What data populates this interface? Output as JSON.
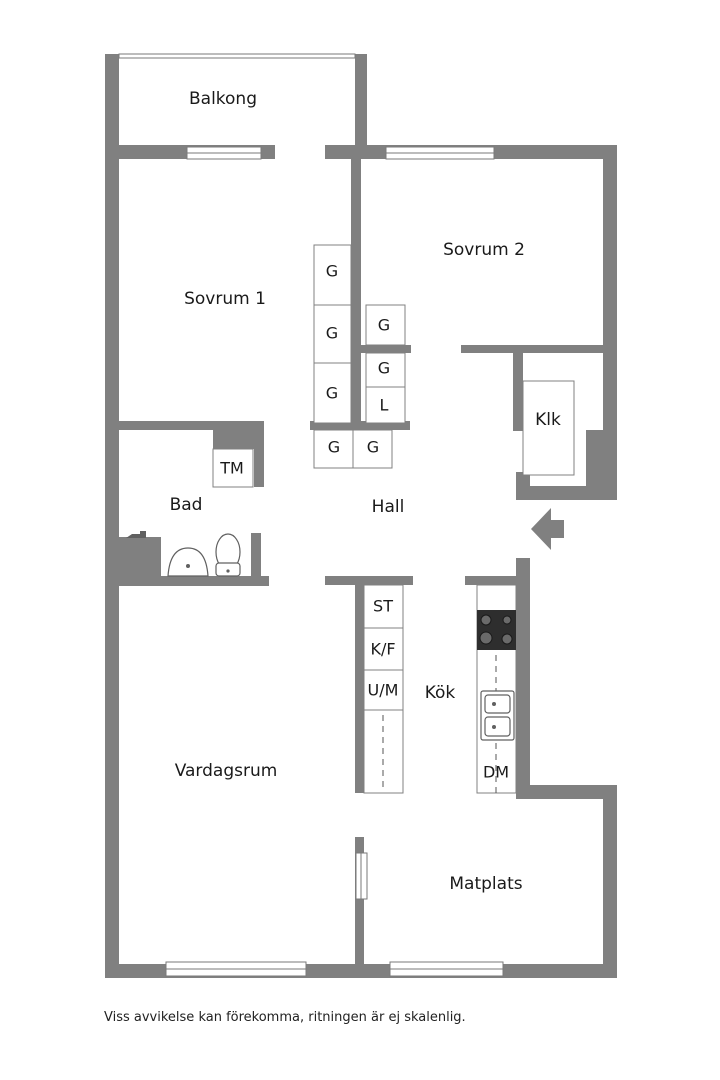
{
  "rooms": {
    "balkong": "Balkong",
    "sovrum1": "Sovrum 1",
    "sovrum2": "Sovrum 2",
    "bad": "Bad",
    "hall": "Hall",
    "klk": "Klk",
    "kok": "Kök",
    "vardagsrum": "Vardagsrum",
    "matplats": "Matplats"
  },
  "cabinets": {
    "g": "G",
    "l": "L",
    "tm": "TM",
    "st": "ST",
    "kf": "K/F",
    "um": "U/M",
    "dm": "DM"
  },
  "footnote": "Viss avvikelse kan förekomma, ritningen är ej skalenlig.",
  "colors": {
    "wall": "#808080",
    "background": "#ffffff",
    "text": "#1a1a1a"
  },
  "icons": {
    "entrance": "entrance-arrow-icon",
    "stove": "stove-icon",
    "sink": "sink-icon",
    "toilet": "toilet-icon",
    "washbasin": "washbasin-icon"
  }
}
